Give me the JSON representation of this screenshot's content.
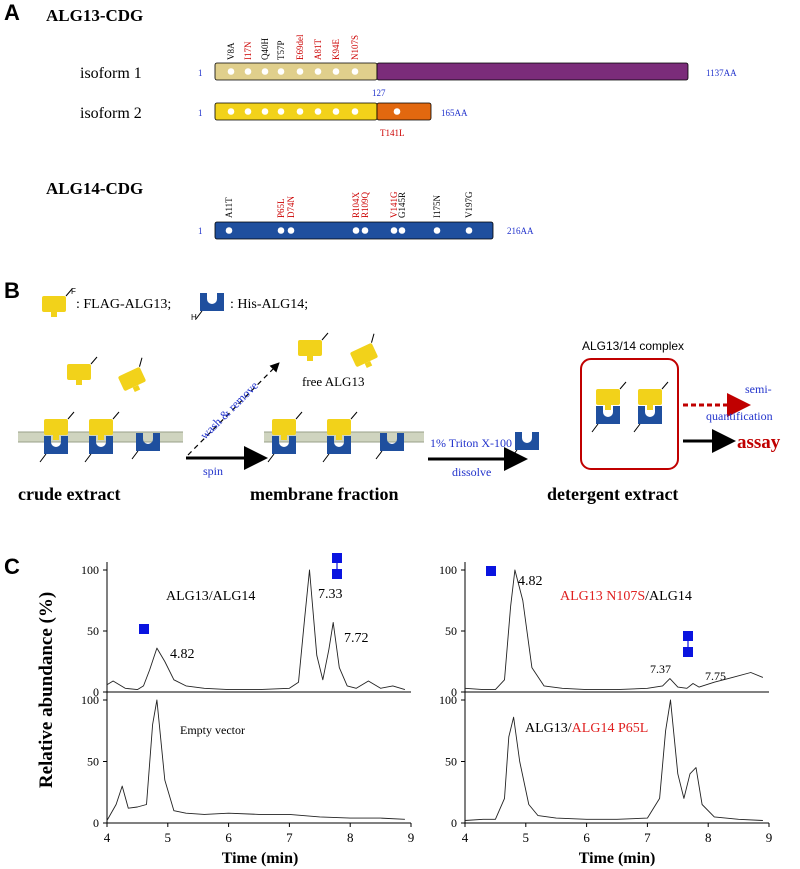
{
  "panelA": {
    "label": "A",
    "alg13_title": "ALG13-CDG",
    "isoform1_label": "isoform 1",
    "isoform2_label": "isoform 2",
    "start": "1",
    "isoform1_len": "1137AA",
    "isoform2_len": "165AA",
    "junction": "127",
    "isoform2_mut": "T141L",
    "alg13_mutations": [
      {
        "name": "V8A",
        "color": "#000000"
      },
      {
        "name": "I17N",
        "color": "#cc0000"
      },
      {
        "name": "Q40H",
        "color": "#000000"
      },
      {
        "name": "T57P",
        "color": "#000000"
      },
      {
        "name": "E69del",
        "color": "#cc0000"
      },
      {
        "name": "A81T",
        "color": "#cc0000"
      },
      {
        "name": "K94E",
        "color": "#cc0000"
      },
      {
        "name": "N107S",
        "color": "#cc0000"
      }
    ],
    "alg14_title": "ALG14-CDG",
    "alg14_len": "216AA",
    "alg14_mutations": [
      {
        "name": "A11T",
        "color": "#000000"
      },
      {
        "name": "P65L",
        "color": "#cc0000"
      },
      {
        "name": "D74N",
        "color": "#cc0000"
      },
      {
        "name": "R104X",
        "color": "#cc0000"
      },
      {
        "name": "R109Q",
        "color": "#cc0000"
      },
      {
        "name": "V141G",
        "color": "#cc0000"
      },
      {
        "name": "G145R",
        "color": "#000000"
      },
      {
        "name": "I175N",
        "color": "#000000"
      },
      {
        "name": "V197G",
        "color": "#000000"
      }
    ],
    "colors": {
      "iso1_left": "#e0cf8c",
      "iso1_right": "#7b2c7a",
      "iso2_left": "#f2d21a",
      "iso2_right": "#e2680f",
      "alg14": "#1f4f9e"
    }
  },
  "panelB": {
    "label": "B",
    "legend_flag": ": FLAG-ALG13;",
    "legend_his": ": His-ALG14;",
    "f_tag": "F",
    "h_tag": "H",
    "wash": "wash & remove",
    "free": "free ALG13",
    "spin": "spin",
    "triton": "1% Triton X-100",
    "dissolve": "dissolve",
    "complex": "ALG13/14 complex",
    "semi": "semi-",
    "quant": "quantification",
    "assay": "assay",
    "crude": "crude extract",
    "membrane": "membrane fraction",
    "detergent": "detergent extract"
  },
  "panelC": {
    "label": "C",
    "ylabel": "Relative abundance (%)",
    "xlabel": "Time (min)",
    "xticks": [
      "4",
      "5",
      "6",
      "7",
      "8",
      "9"
    ],
    "yticks_top": [
      "0",
      "50",
      "100"
    ],
    "yticks_bottom": [
      "0",
      "50",
      "100"
    ],
    "tl_title": "ALG13/ALG14",
    "tl_p1": "4.82",
    "tl_p2": "7.33",
    "tl_p3": "7.72",
    "bl_title": "Empty vector",
    "tr_title_red": "ALG13 N107S",
    "tr_title_black": "/ALG14",
    "tr_p1": "4.82",
    "tr_p2": "7.37",
    "tr_p3": "7.75",
    "br_title_black": "ALG13/",
    "br_title_red": "ALG14 P65L"
  },
  "chart_data": [
    {
      "type": "line",
      "title": "ALG13/ALG14",
      "xlabel": "Time (min)",
      "ylabel": "Relative abundance (%)",
      "xlim": [
        4,
        9
      ],
      "ylim": [
        0,
        100
      ],
      "series": [
        {
          "name": "ALG13/ALG14",
          "x": [
            4.0,
            4.1,
            4.3,
            4.5,
            4.6,
            4.7,
            4.82,
            4.95,
            5.1,
            5.3,
            5.6,
            6.0,
            6.5,
            7.0,
            7.15,
            7.25,
            7.33,
            7.45,
            7.55,
            7.65,
            7.72,
            7.82,
            7.95,
            8.1,
            8.3,
            8.5,
            8.7,
            8.9
          ],
          "y": [
            6,
            9,
            3,
            2,
            5,
            18,
            36,
            25,
            10,
            5,
            3,
            2,
            2,
            3,
            8,
            60,
            100,
            30,
            10,
            35,
            57,
            20,
            5,
            3,
            9,
            3,
            5,
            2
          ]
        }
      ]
    },
    {
      "type": "line",
      "title": "Empty vector",
      "xlabel": "Time (min)",
      "ylabel": "Relative abundance (%)",
      "xlim": [
        4,
        9
      ],
      "ylim": [
        0,
        100
      ],
      "series": [
        {
          "name": "Empty vector",
          "x": [
            4.0,
            4.15,
            4.25,
            4.35,
            4.5,
            4.65,
            4.75,
            4.82,
            4.95,
            5.1,
            5.3,
            5.6,
            6.0,
            6.5,
            7.0,
            7.5,
            8.0,
            8.5,
            8.9
          ],
          "y": [
            2,
            15,
            30,
            12,
            13,
            15,
            80,
            100,
            35,
            10,
            8,
            7,
            8,
            7,
            7,
            5,
            4,
            4,
            3
          ]
        }
      ]
    },
    {
      "type": "line",
      "title": "ALG13 N107S/ALG14",
      "xlabel": "Time (min)",
      "ylabel": "Relative abundance (%)",
      "xlim": [
        4,
        9
      ],
      "ylim": [
        0,
        100
      ],
      "series": [
        {
          "name": "ALG13 N107S/ALG14",
          "x": [
            4.0,
            4.3,
            4.5,
            4.65,
            4.75,
            4.82,
            4.95,
            5.1,
            5.3,
            5.6,
            6.0,
            6.5,
            7.0,
            7.25,
            7.37,
            7.5,
            7.65,
            7.75,
            7.85,
            8.1,
            8.4,
            8.7,
            8.9
          ],
          "y": [
            3,
            2,
            2,
            10,
            70,
            100,
            75,
            20,
            5,
            3,
            2,
            2,
            3,
            5,
            11,
            4,
            3,
            7,
            4,
            8,
            12,
            16,
            12
          ]
        }
      ]
    },
    {
      "type": "line",
      "title": "ALG13/ALG14 P65L",
      "xlabel": "Time (min)",
      "ylabel": "Relative abundance (%)",
      "xlim": [
        4,
        9
      ],
      "ylim": [
        0,
        100
      ],
      "series": [
        {
          "name": "ALG13/ALG14 P65L",
          "x": [
            4.0,
            4.3,
            4.5,
            4.65,
            4.72,
            4.8,
            4.9,
            5.05,
            5.2,
            5.5,
            6.0,
            6.5,
            7.0,
            7.2,
            7.3,
            7.38,
            7.5,
            7.6,
            7.7,
            7.8,
            7.9,
            8.1,
            8.5,
            8.9
          ],
          "y": [
            2,
            3,
            3,
            20,
            70,
            86,
            50,
            15,
            6,
            4,
            3,
            3,
            4,
            20,
            75,
            100,
            40,
            20,
            40,
            45,
            15,
            5,
            3,
            2
          ]
        }
      ]
    }
  ]
}
